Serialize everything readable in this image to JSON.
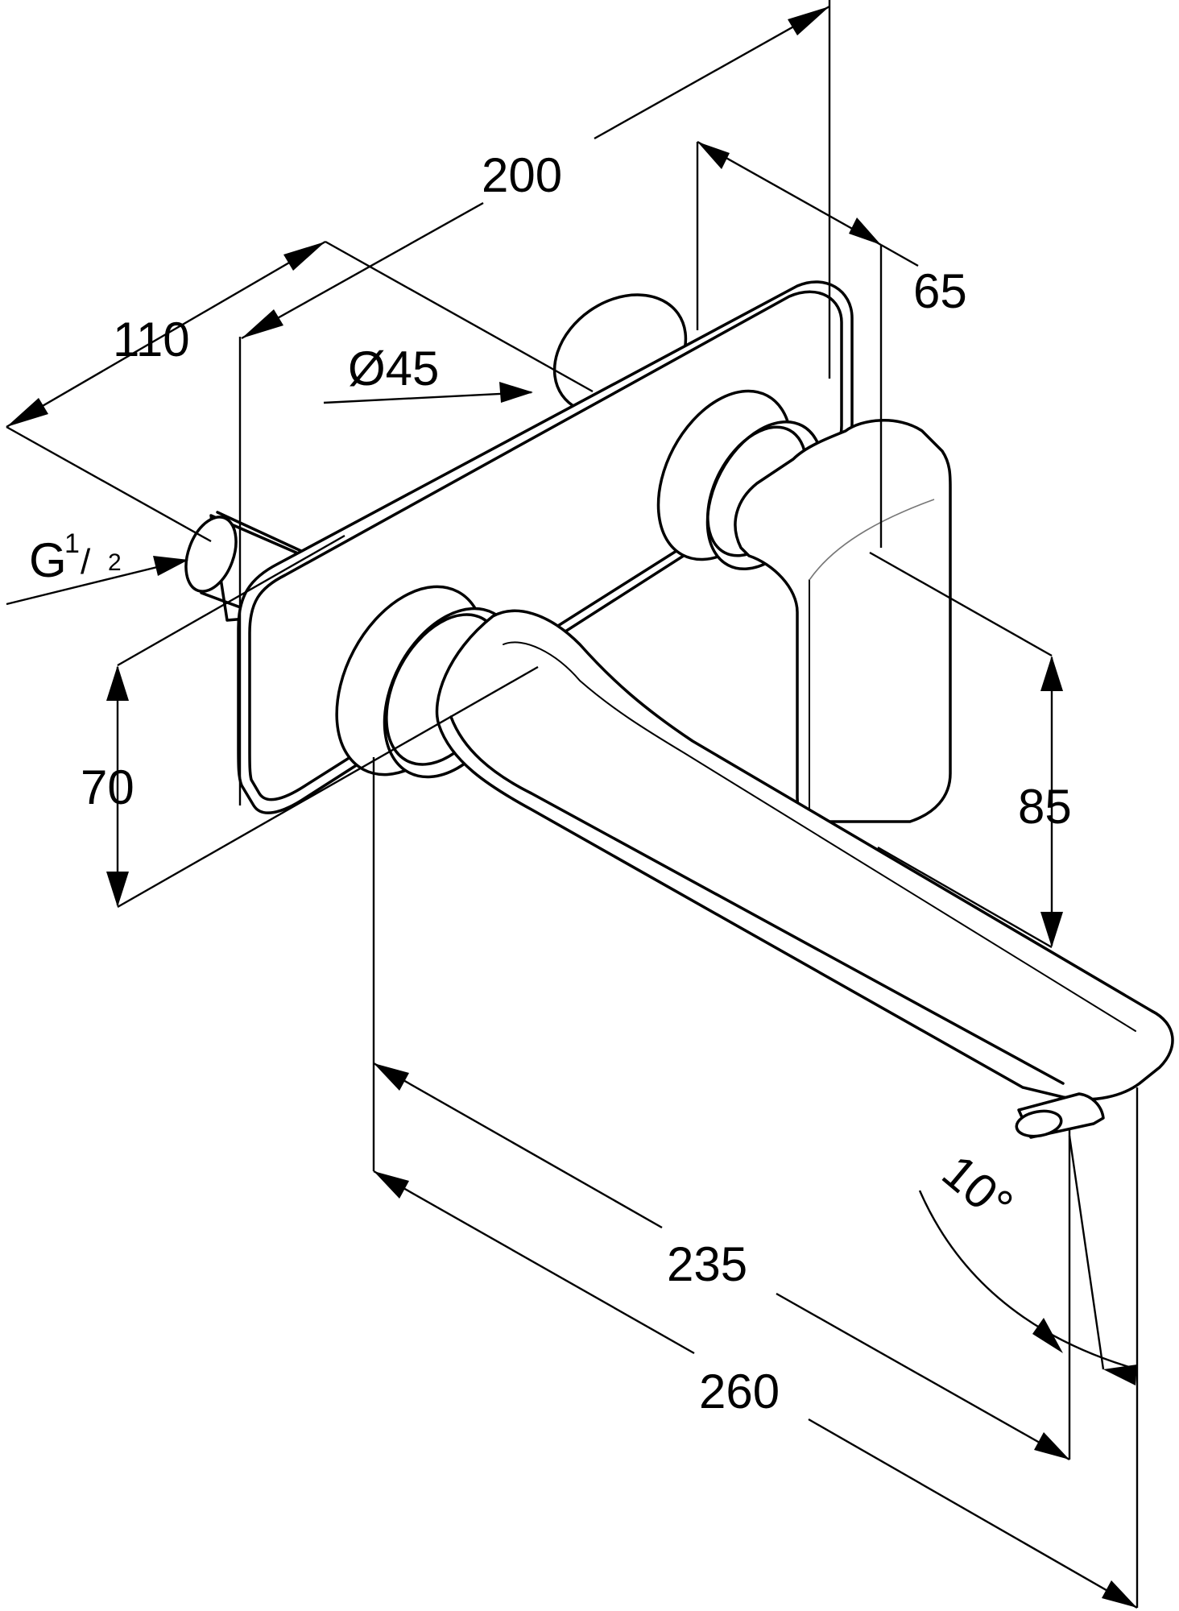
{
  "dimensions": {
    "d200": "200",
    "d65": "65",
    "d110": "110",
    "d45": "Ø45",
    "thread_g": "G",
    "thread_num": "1",
    "thread_slash": "/",
    "thread_den": "2",
    "d70": "70",
    "d85": "85",
    "d235": "235",
    "d260": "260",
    "angle": "10°"
  }
}
